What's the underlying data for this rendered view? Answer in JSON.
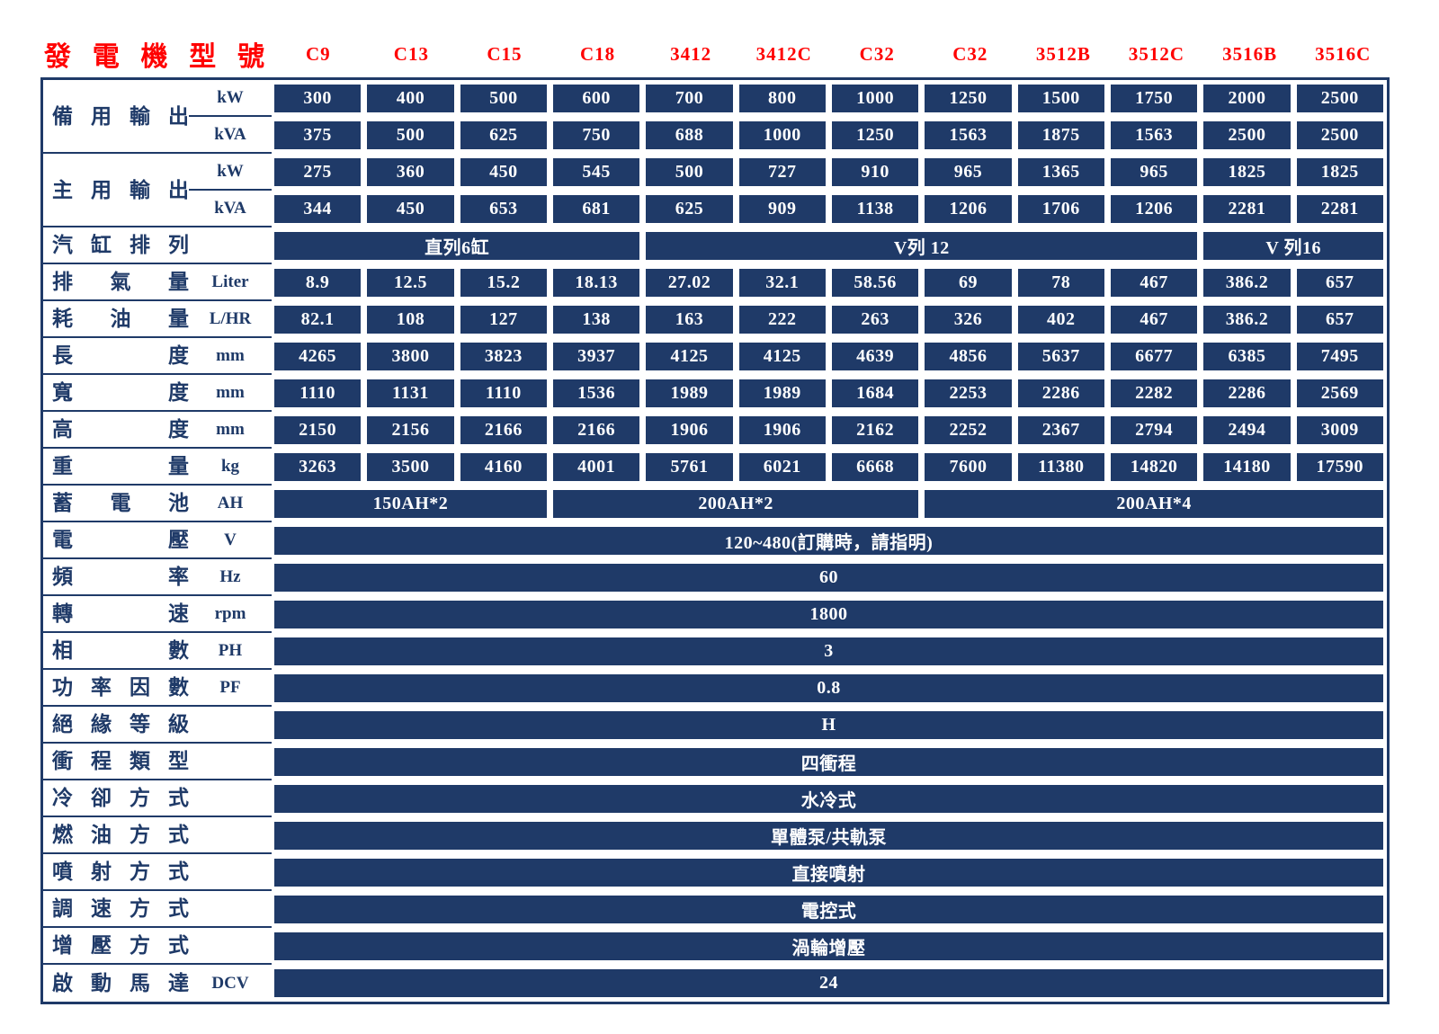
{
  "colors": {
    "navy": "#1f3a68",
    "red": "#ff0000",
    "cell_text": "#ffffff",
    "background": "#ffffff"
  },
  "header": {
    "label": "發電機型號",
    "models": [
      "C9",
      "C13",
      "C15",
      "C18",
      "3412",
      "3412C",
      "C32",
      "C32",
      "3512B",
      "3512C",
      "3516B",
      "3516C"
    ]
  },
  "rows": [
    {
      "kind": "group",
      "label": "備用輸出",
      "subrows": [
        {
          "unit": "kW",
          "values": [
            "300",
            "400",
            "500",
            "600",
            "700",
            "800",
            "1000",
            "1250",
            "1500",
            "1750",
            "2000",
            "2500"
          ]
        },
        {
          "unit": "kVA",
          "values": [
            "375",
            "500",
            "625",
            "750",
            "688",
            "1000",
            "1250",
            "1563",
            "1875",
            "1563",
            "2500",
            "2500"
          ]
        }
      ]
    },
    {
      "kind": "group",
      "label": "主用輸出",
      "subrows": [
        {
          "unit": "kW",
          "values": [
            "275",
            "360",
            "450",
            "545",
            "500",
            "727",
            "910",
            "965",
            "1365",
            "965",
            "1825",
            "1825"
          ]
        },
        {
          "unit": "kVA",
          "values": [
            "344",
            "450",
            "653",
            "681",
            "625",
            "909",
            "1138",
            "1206",
            "1706",
            "1206",
            "2281",
            "2281"
          ]
        }
      ]
    },
    {
      "kind": "span",
      "label": "汽缸排列",
      "unit": "",
      "cells": [
        {
          "text": "直列6缸",
          "span": 4
        },
        {
          "text": "V列 12",
          "span": 6
        },
        {
          "text": "V 列16",
          "span": 2
        }
      ]
    },
    {
      "kind": "values",
      "label": "排氣量",
      "unit": "Liter",
      "values": [
        "8.9",
        "12.5",
        "15.2",
        "18.13",
        "27.02",
        "32.1",
        "58.56",
        "69",
        "78",
        "467",
        "386.2",
        "657"
      ]
    },
    {
      "kind": "values",
      "label": "耗油量",
      "unit": "L/HR",
      "values": [
        "82.1",
        "108",
        "127",
        "138",
        "163",
        "222",
        "263",
        "326",
        "402",
        "467",
        "386.2",
        "657"
      ]
    },
    {
      "kind": "values",
      "label": "長度",
      "unit": "mm",
      "values": [
        "4265",
        "3800",
        "3823",
        "3937",
        "4125",
        "4125",
        "4639",
        "4856",
        "5637",
        "6677",
        "6385",
        "7495"
      ]
    },
    {
      "kind": "values",
      "label": "寬度",
      "unit": "mm",
      "values": [
        "1110",
        "1131",
        "1110",
        "1536",
        "1989",
        "1989",
        "1684",
        "2253",
        "2286",
        "2282",
        "2286",
        "2569"
      ]
    },
    {
      "kind": "values",
      "label": "高度",
      "unit": "mm",
      "values": [
        "2150",
        "2156",
        "2166",
        "2166",
        "1906",
        "1906",
        "2162",
        "2252",
        "2367",
        "2794",
        "2494",
        "3009"
      ]
    },
    {
      "kind": "values",
      "label": "重量",
      "unit": "kg",
      "values": [
        "3263",
        "3500",
        "4160",
        "4001",
        "5761",
        "6021",
        "6668",
        "7600",
        "11380",
        "14820",
        "14180",
        "17590"
      ]
    },
    {
      "kind": "span",
      "label": "蓄電池",
      "unit": "AH",
      "cells": [
        {
          "text": "150AH*2",
          "span": 3
        },
        {
          "text": "200AH*2",
          "span": 4
        },
        {
          "text": "200AH*4",
          "span": 5
        }
      ]
    },
    {
      "kind": "full",
      "label": "電壓",
      "unit": "V",
      "text": "120~480(訂購時，請指明)"
    },
    {
      "kind": "full",
      "label": "頻率",
      "unit": "Hz",
      "text": "60"
    },
    {
      "kind": "full",
      "label": "轉速",
      "unit": "rpm",
      "text": "1800"
    },
    {
      "kind": "full",
      "label": "相數",
      "unit": "PH",
      "text": "3"
    },
    {
      "kind": "full",
      "label": "功率因數",
      "unit": "PF",
      "text": "0.8"
    },
    {
      "kind": "full",
      "label": "絕緣等級",
      "unit": "",
      "text": "H"
    },
    {
      "kind": "full",
      "label": "衝程類型",
      "unit": "",
      "text": "四衝程"
    },
    {
      "kind": "full",
      "label": "冷卻方式",
      "unit": "",
      "text": "水冷式"
    },
    {
      "kind": "full",
      "label": "燃油方式",
      "unit": "",
      "text": "單體泵/共軌泵"
    },
    {
      "kind": "full",
      "label": "噴射方式",
      "unit": "",
      "text": "直接噴射"
    },
    {
      "kind": "full",
      "label": "調速方式",
      "unit": "",
      "text": "電控式"
    },
    {
      "kind": "full",
      "label": "增壓方式",
      "unit": "",
      "text": "渦輪增壓"
    },
    {
      "kind": "full",
      "label": "啟動馬達",
      "unit": "DCV",
      "text": "24"
    }
  ]
}
